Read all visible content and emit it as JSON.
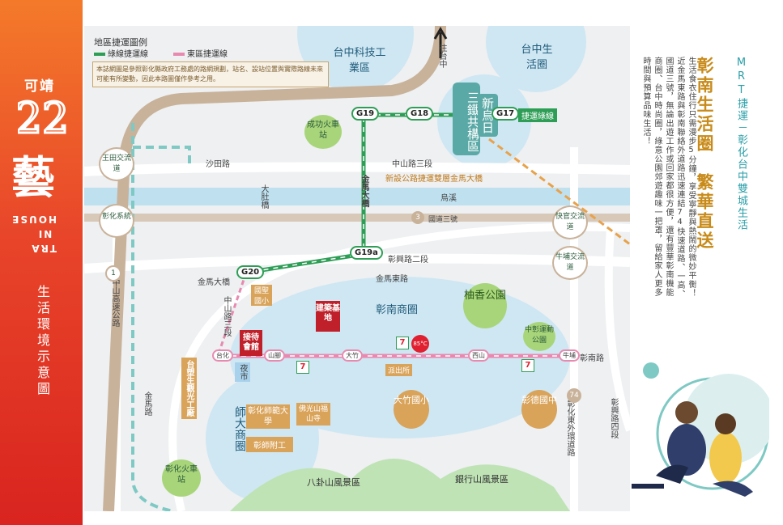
{
  "brand": {
    "prefix": "可靖",
    "number": "22",
    "name": "藝",
    "english": "TRA NI HOUSE",
    "caption": "生活環境示意圖"
  },
  "legend": {
    "title": "地區捷運圖例",
    "green_line": "綠線捷運線",
    "pink_line": "東區捷運線",
    "notice": "本誌網圖是參照彰化縣政府工務處的路網規劃，站名、設站位置與實際路線未來可能有所變動，因此本路圖僅作參考之用。"
  },
  "areas": {
    "taichung_tech": "台中科技工業區",
    "taichung_life": "台中生活圈",
    "sanwu": "三鐵共構區",
    "xinwuri": "新烏日",
    "changnan": "彰南商圈",
    "youxiang": "柚香公園",
    "shida": "師大商圈",
    "bagua": "八卦山風景區",
    "yinhe": "銀行山風景區"
  },
  "stations": {
    "g19": "G19",
    "g18": "G18",
    "g17": "G17",
    "g17_label": "捷運綠線",
    "g19a": "G19a",
    "g20": "G20",
    "pink_taihua": "台化",
    "pink_shanjiao": "山腳",
    "pink_dazhu": "大竹",
    "pink_xishan": "西山",
    "pink_niupu": "牛埔"
  },
  "roads": {
    "shafa": "沙田路",
    "zhongshan3": "中山路三段",
    "jinma_bridge_new": "新設公路捷運雙層金馬大橋",
    "wuxi": "烏溪",
    "highway3": "國道三號",
    "changxing2": "彰興路二段",
    "jinma_road": "金馬東路",
    "jinma_bridge": "金馬大橋",
    "zhongshan_road3": "中山路三段",
    "zhongshan_highway": "中山高速公路",
    "jinma_lu": "金馬路",
    "changnan_road": "彰南路",
    "changxing4": "彰興路四段",
    "east_ring": "彰化東外環道路",
    "towards_wuri": "往台中",
    "jinma_vertical": "金馬大橋"
  },
  "places": {
    "chenggong": "成功火車站",
    "wangtian": "王田交流道",
    "changhua_sys": "彰化系統",
    "kuaiguan": "快官交流道",
    "niupu_ic": "牛埔交流道",
    "dadu_bridge": "大肚橋",
    "guosheng": "國聖國小",
    "jianzhu": "建築基地",
    "jiedai": "接待會館",
    "taisu": "台塑生觀光工廠",
    "yeshi": "夜市",
    "police": "派出所",
    "dazhu_school": "大竹國小",
    "changde": "彰德國中",
    "zhongbin_park": "中彰運動公園",
    "shida_uni": "彰化師範大學",
    "shida_affil": "彰師附工",
    "foguang": "佛光山福山寺",
    "changhua_station": "彰化火車站",
    "badge_85": "85°C",
    "route_1": "1",
    "route_3": "3",
    "route_74": "74"
  },
  "right_panel": {
    "subtitle": "MRT捷運－彰化台中雙城生活",
    "title": "彰南生活圈　繁華直送",
    "body": "生活食衣住行只需漫步5分鐘，享受寧靜與熱鬧的微妙平衡！近金馬東路與彰南聯絡外道路迅速連結74快速道路、一高、國道三號，無論出遊工作或回家都很方便，還有豐華彰南機能商圈、台中時尚圈，綠意公園郊遊趣味一把罩，留給家人更多時間與預算品味生活！"
  },
  "colors": {
    "green_line": "#2e9e56",
    "pink_line": "#e88ab0",
    "teal_dash": "#7ec9c4",
    "road_orange": "#e8a24a",
    "river": "#bfe0ef",
    "brand_red": "#d9241f",
    "brand_orange": "#f47a2a",
    "accent_gold": "#c88b1a"
  },
  "icons": [
    "north-arrow-icon",
    "convenience-store-icon",
    "tree-icon",
    "mountain-icon",
    "couple-illustration-icon"
  ]
}
